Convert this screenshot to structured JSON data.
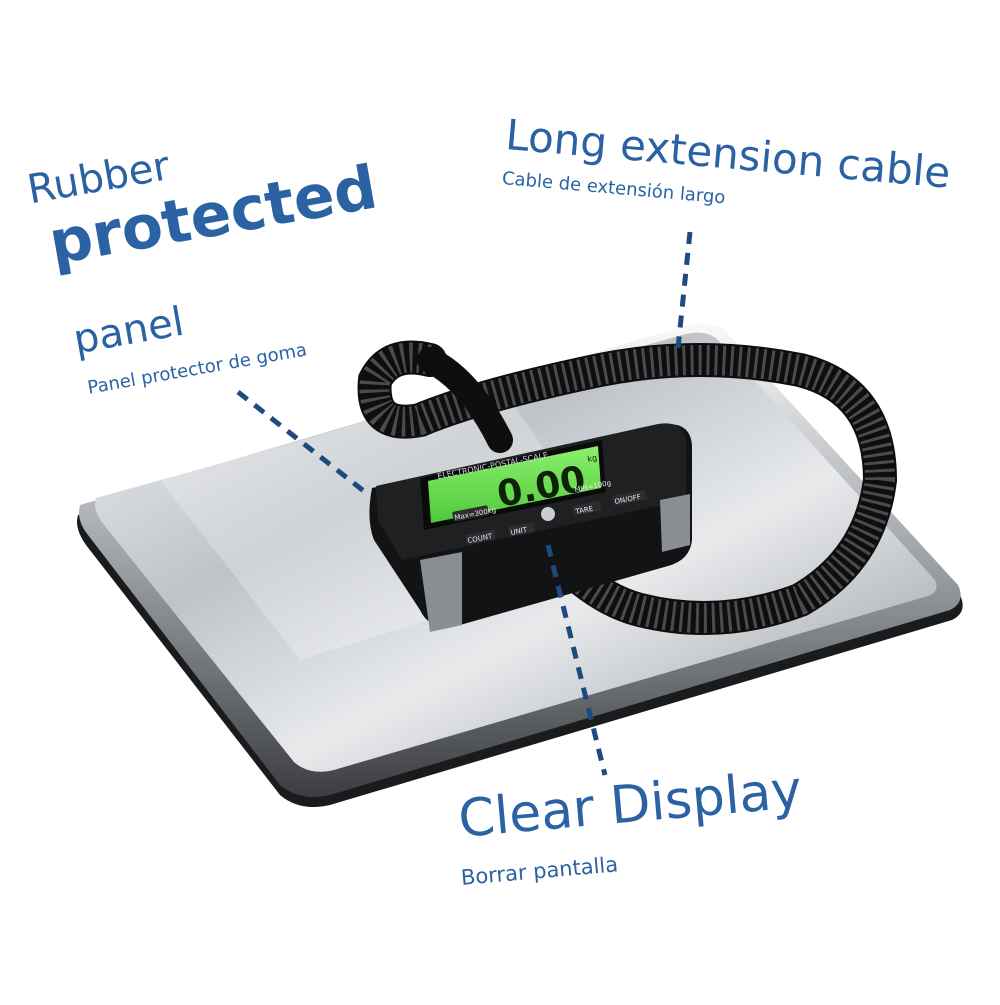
{
  "callouts": {
    "rubber": {
      "line1": "Rubber",
      "line2": "protected",
      "line3": "panel",
      "spanish": "Panel protector de goma"
    },
    "cable": {
      "title": "Long extension cable",
      "spanish": "Cable de extensión largo"
    },
    "display": {
      "title": "Clear Display",
      "spanish": "Borrar pantalla"
    }
  },
  "scale": {
    "header_text": "ELECTRONIC-POSTAL-SCALE",
    "reading": "0.00",
    "unit": "kg",
    "buttons": {
      "max_label": "Max=300kg",
      "min_label": "MIN=100g",
      "count_label": "COUNT",
      "unit_label": "UNIT",
      "tare_label": "TARE",
      "onoff_label": "ON/OFF"
    }
  },
  "colors": {
    "label_blue": "#2a62a3",
    "lcd_green": "#6fe35a",
    "platform_steel": "#c9ccd0"
  }
}
